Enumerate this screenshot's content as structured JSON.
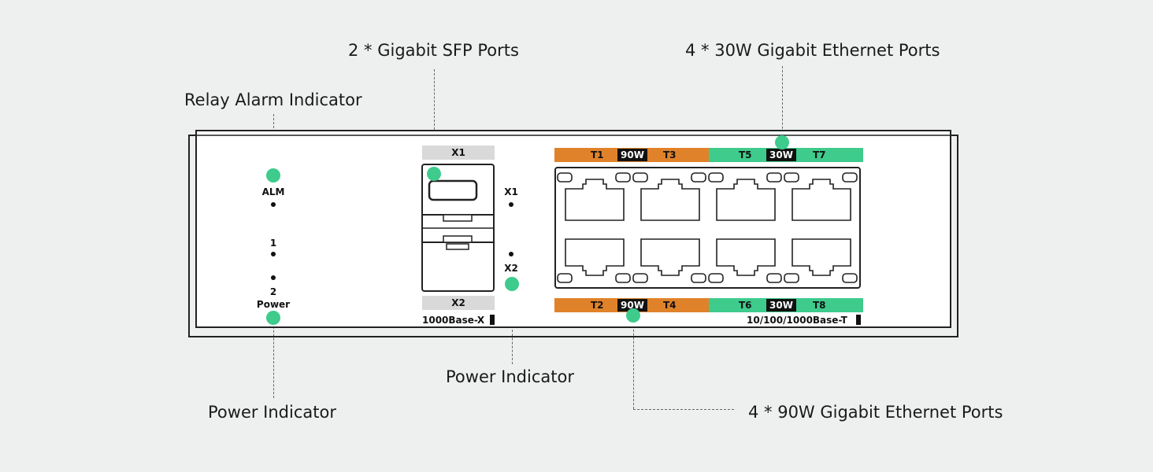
{
  "callouts": {
    "sfp_ports": "2 * Gigabit SFP Ports",
    "poe30_ports": "4 * 30W Gigabit Ethernet Ports",
    "relay_alarm": "Relay Alarm Indicator",
    "power_center": "Power Indicator",
    "power_left": "Power Indicator",
    "poe90_ports": "4 * 90W Gigabit Ethernet Ports"
  },
  "leds": {
    "alm": "ALM",
    "one": "1",
    "two": "2",
    "power": "Power",
    "x1": "X1",
    "x2": "X2"
  },
  "sfp": {
    "top_label": "X1",
    "bottom_label": "X2",
    "type_label": "1000Base-X"
  },
  "ethernet": {
    "top_orange": {
      "left": "T1",
      "badge": "90W",
      "right": "T3"
    },
    "top_green": {
      "left": "T5",
      "badge": "30W",
      "right": "T7"
    },
    "bottom_orange": {
      "left": "T2",
      "badge": "90W",
      "right": "T4"
    },
    "bottom_green": {
      "left": "T6",
      "badge": "30W",
      "right": "T8"
    },
    "type_label": "10/100/1000Base-T"
  },
  "colors": {
    "indicator": "#3ecb8c",
    "poe90": "#e0822a",
    "poe30": "#3ecb8c",
    "sfp_label_bg": "#d9d9d9"
  }
}
